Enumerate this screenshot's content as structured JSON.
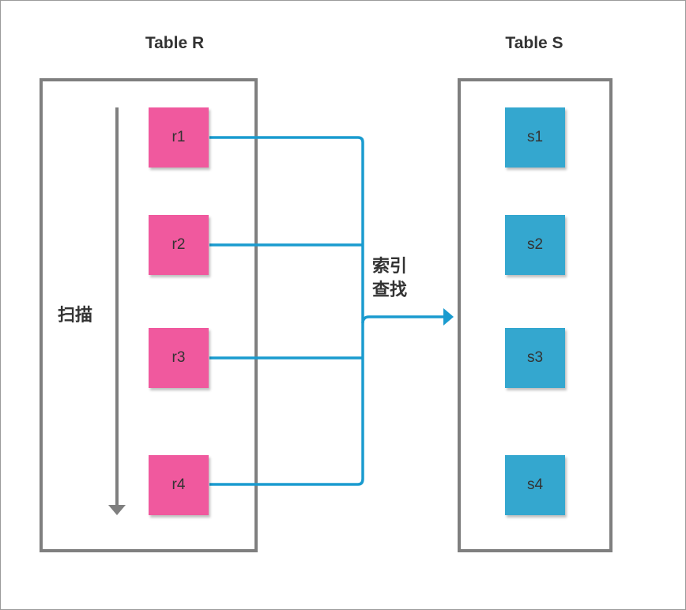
{
  "tables": {
    "r": {
      "title": "Table R",
      "rows": [
        "r1",
        "r2",
        "r3",
        "r4"
      ]
    },
    "s": {
      "title": "Table S",
      "rows": [
        "s1",
        "s2",
        "s3",
        "s4"
      ]
    }
  },
  "labels": {
    "scan": "扫描",
    "lookup_line1": "索引",
    "lookup_line2": "查找"
  },
  "colors": {
    "r_cell": "#f0599e",
    "s_cell": "#34a7cf",
    "connector": "#1a9bcf",
    "border": "#7f7f7f"
  }
}
